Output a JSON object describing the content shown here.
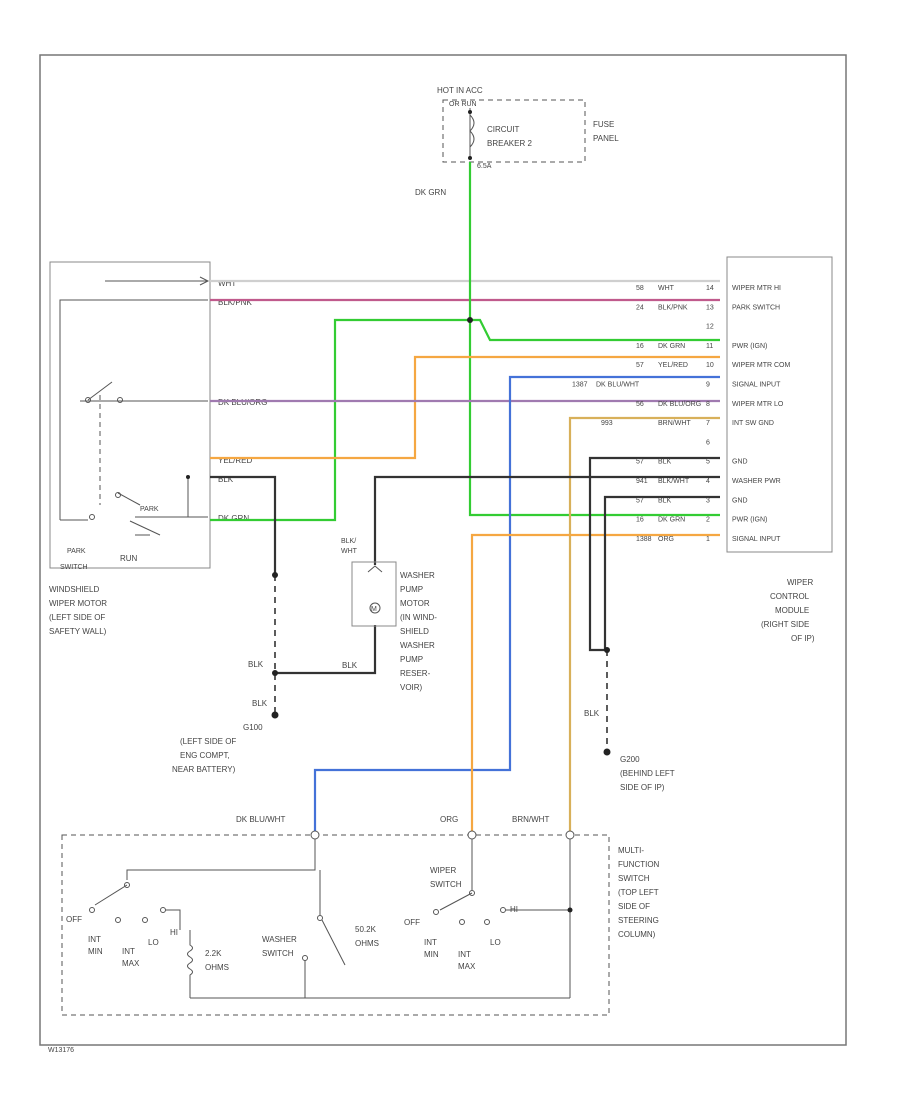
{
  "colors": {
    "grn": "#33cc33",
    "org": "#f5a742",
    "blu": "#4472d8",
    "pnk": "#c05a8c",
    "vio": "#a07ab0",
    "blk": "#333333",
    "wht": "#cfcfcf",
    "brn": "#d8b05a"
  },
  "fuse": {
    "hot": "HOT IN ACC",
    "sub": "OR RUN",
    "breaker1": "CIRCUIT",
    "breaker2": "BREAKER 2",
    "amp": "6.5A",
    "panel1": "FUSE",
    "panel2": "PANEL"
  },
  "wires": {
    "dk_grn": "DK GRN",
    "wht": "WHT",
    "blk_pnk": "BLK/PNK",
    "dk_blu_org": "DK BLU/ORG",
    "yel_red": "YEL/RED",
    "blk": "BLK",
    "dk_grn2": "DK GRN",
    "blk_wht": "BLK/\nWHT",
    "blk2": "BLK",
    "blk3": "BLK",
    "blk4": "BLK",
    "blk5": "BLK",
    "dk_blu_wht": "DK BLU/WHT",
    "org": "ORG",
    "brn_wht": "BRN/WHT"
  },
  "motor": {
    "park1": "PARK",
    "park2": "SWITCH",
    "park_pos": "PARK",
    "run": "RUN",
    "l1": "WINDSHIELD",
    "l2": "WIPER MOTOR",
    "l3": "(LEFT SIDE OF",
    "l4": "SAFETY WALL)"
  },
  "module": {
    "pins": [
      {
        "num": "14",
        "circuit": "58",
        "color": "WHT",
        "label": "WIPER MTR HI"
      },
      {
        "num": "13",
        "circuit": "24",
        "color": "BLK/PNK",
        "label": "PARK SWITCH"
      },
      {
        "num": "12",
        "circuit": "",
        "color": "",
        "label": ""
      },
      {
        "num": "11",
        "circuit": "16",
        "color": "DK GRN",
        "label": "PWR (IGN)"
      },
      {
        "num": "10",
        "circuit": "57",
        "color": "YEL/RED",
        "label": "WIPER MTR COM"
      },
      {
        "num": "9",
        "circuit": "1387",
        "color": "DK BLU/WHT",
        "label": "SIGNAL INPUT"
      },
      {
        "num": "8",
        "circuit": "56",
        "color": "DK BLU/ORG",
        "label": "WIPER MTR LO"
      },
      {
        "num": "7",
        "circuit": "993",
        "color": "BRN/WHT",
        "label": "INT SW GND"
      },
      {
        "num": "6",
        "circuit": "",
        "color": "",
        "label": ""
      },
      {
        "num": "5",
        "circuit": "57",
        "color": "BLK",
        "label": "GND"
      },
      {
        "num": "4",
        "circuit": "941",
        "color": "BLK/WHT",
        "label": "WASHER PWR"
      },
      {
        "num": "3",
        "circuit": "57",
        "color": "BLK",
        "label": "GND"
      },
      {
        "num": "2",
        "circuit": "16",
        "color": "DK GRN",
        "label": "PWR (IGN)"
      },
      {
        "num": "1",
        "circuit": "1388",
        "color": "ORG",
        "label": "SIGNAL INPUT"
      }
    ],
    "l1": "WIPER",
    "l2": "CONTROL",
    "l3": "MODULE",
    "l4": "(RIGHT SIDE",
    "l5": "OF IP)"
  },
  "washer": {
    "l1": "WASHER",
    "l2": "PUMP",
    "l3": "MOTOR",
    "l4": "(IN WIND-",
    "l5": "SHIELD",
    "l6": "WASHER",
    "l7": "PUMP",
    "l8": "RESER-",
    "l9": "VOIR)",
    "m": "M"
  },
  "ground1": {
    "id": "G100",
    "l1": "(LEFT SIDE OF",
    "l2": "ENG COMPT,",
    "l3": "NEAR BATTERY)"
  },
  "ground2": {
    "id": "G200",
    "l1": "(BEHIND LEFT",
    "l2": "SIDE OF IP)"
  },
  "mfs": {
    "l1": "MULTI-",
    "l2": "FUNCTION",
    "l3": "SWITCH",
    "l4": "(TOP LEFT",
    "l5": "SIDE OF",
    "l6": "STEERING",
    "l7": "COLUMN)",
    "off1": "OFF",
    "int_min1": "INT",
    "int_min2": "MIN",
    "int_max1": "INT",
    "int_max2": "MAX",
    "lo": "LO",
    "hi": "HI",
    "ohms1": "2.2K",
    "ohms1b": "OHMS",
    "washer_sw1": "WASHER",
    "washer_sw2": "SWITCH",
    "ohms2": "50.2K",
    "ohms2b": "OHMS",
    "wiper_sw1": "WIPER",
    "wiper_sw2": "SWITCH",
    "off2": "OFF",
    "int_min3": "INT",
    "int_min4": "MIN",
    "int_max3": "INT",
    "int_max4": "MAX",
    "lo2": "LO",
    "hi2": "HI"
  },
  "footer": {
    "code": "W13176"
  }
}
